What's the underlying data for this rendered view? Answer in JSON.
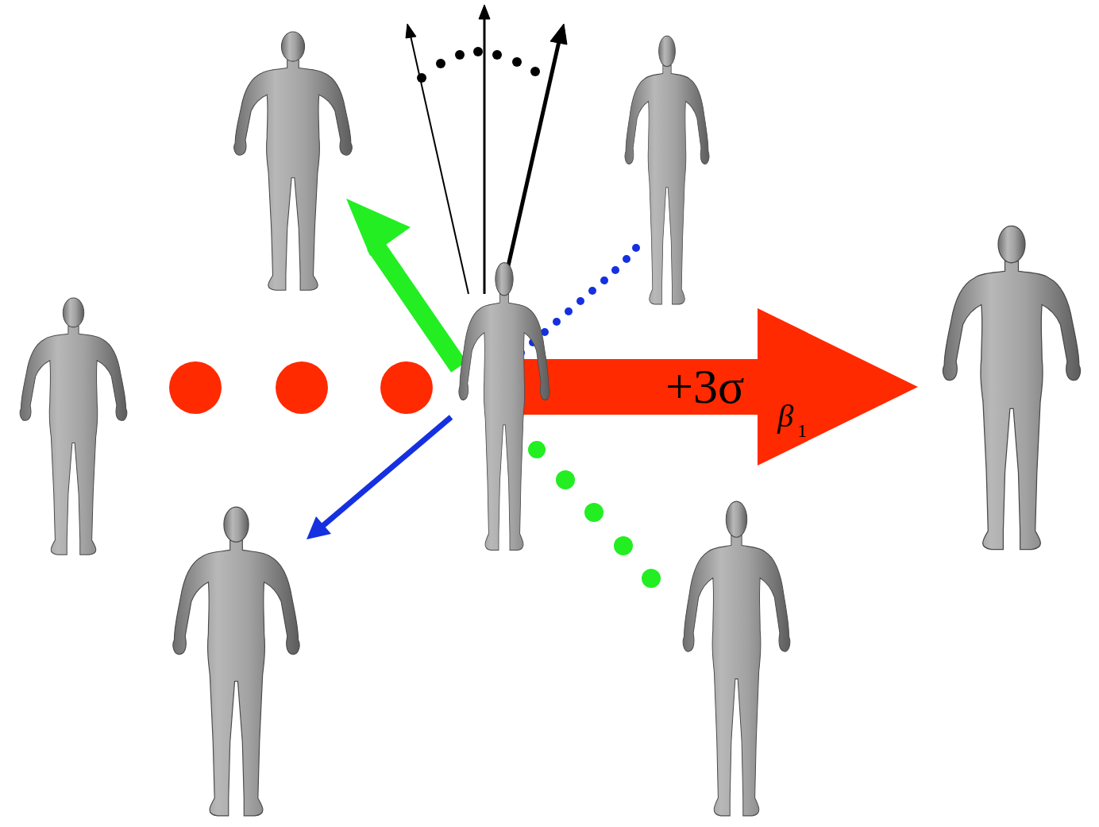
{
  "diagram": {
    "labels": [
      "+3σ",
      "β",
      "1"
    ]
  }
}
